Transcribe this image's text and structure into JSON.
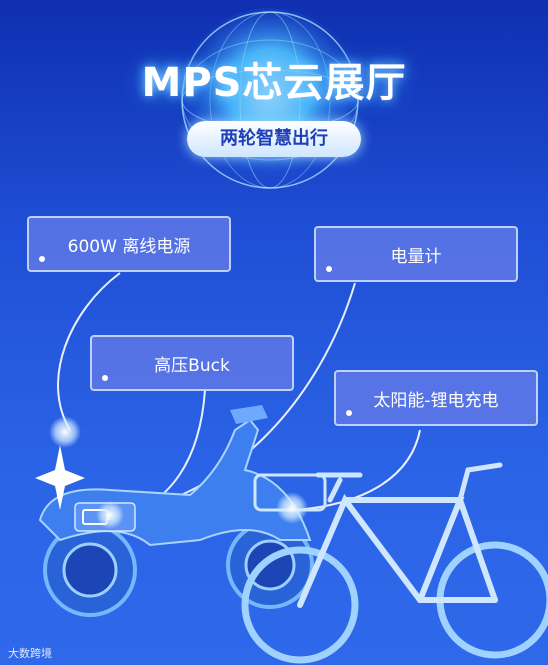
{
  "header": {
    "title": "MPS芯云展厅",
    "subtitle": "两轮智慧出行"
  },
  "cards": [
    {
      "label": "600W 离线电源"
    },
    {
      "label": "电量计"
    },
    {
      "label": "高压Buck"
    },
    {
      "label": "太阳能-锂电充电"
    }
  ],
  "watermark": "大数跨境",
  "colors": {
    "background_top": "#0f2fb0",
    "background_bottom": "#2f69ea",
    "card_fill": "#5f78e6",
    "accent_glow": "#7fd0ff",
    "subtitle_text": "#1d3fb8"
  },
  "icons": [
    "globe-icon",
    "electric-scooter-icon",
    "bicycle-icon",
    "sparkle-icon",
    "battery-icon"
  ]
}
